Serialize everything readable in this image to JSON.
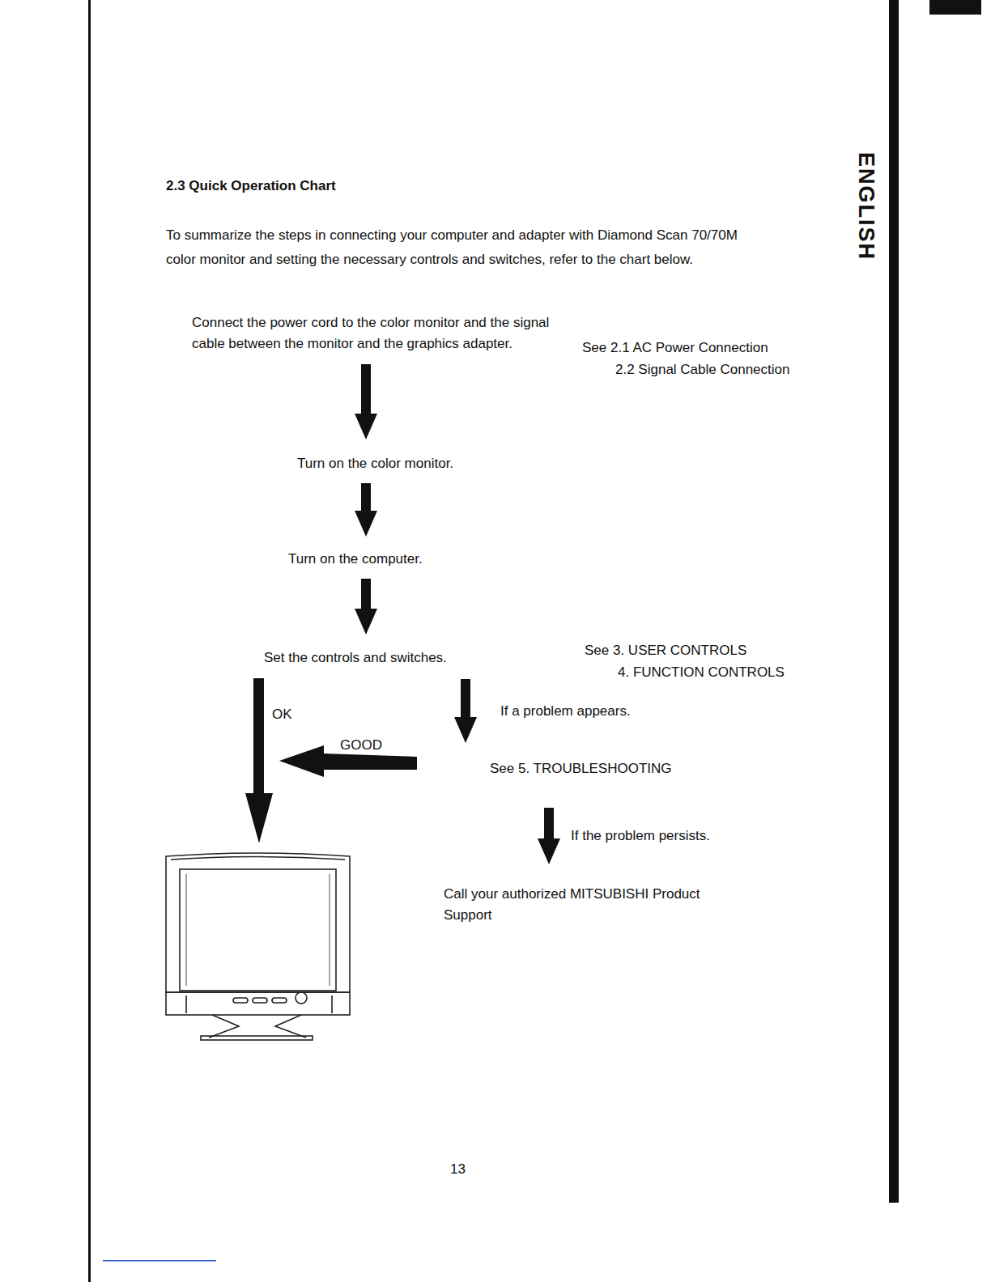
{
  "diagram": {
    "title": "2.3 Quick Operation Chart",
    "nodes": [
      {
        "text": [
          "Connect the power cord to the color monitor and the signal cable between the monitor and the graphics adapter."
        ]
      },
      {
        "text": [
          "Turn on the color monitor."
        ]
      },
      {
        "text": [
          "Turn on the computer."
        ]
      },
      {
        "text": [
          "Set the controls and switches."
        ]
      },
      {
        "text": [
          "See 5. TROUBLESHOOTING"
        ]
      },
      {
        "text": [
          "Call your authorized MITSUBISHI Product Support"
        ]
      }
    ],
    "edges": [
      {
        "from": 0,
        "to": 1,
        "arrow": "to"
      },
      {
        "from": 1,
        "to": 2,
        "arrow": "to"
      },
      {
        "from": 2,
        "to": 3,
        "arrow": "to"
      },
      {
        "from": 3,
        "to": 4,
        "label": "If a problem appears.",
        "arrow": "to"
      },
      {
        "from": 4,
        "to": 5,
        "label": "If the problem persists.",
        "arrow": "to"
      }
    ],
    "labels": [
      "To summarize the steps in connecting your computer and adapter with Diamond Scan 70/70M color monitor and setting the necessary controls and switches, refer to the chart below.",
      "See 2.1 AC Power Connection",
      "2.2 Signal Cable Connection",
      "See 3. USER CONTROLS",
      "4. FUNCTION CONTROLS",
      "OK",
      "GOOD",
      "13",
      "ENGLISH"
    ]
  }
}
